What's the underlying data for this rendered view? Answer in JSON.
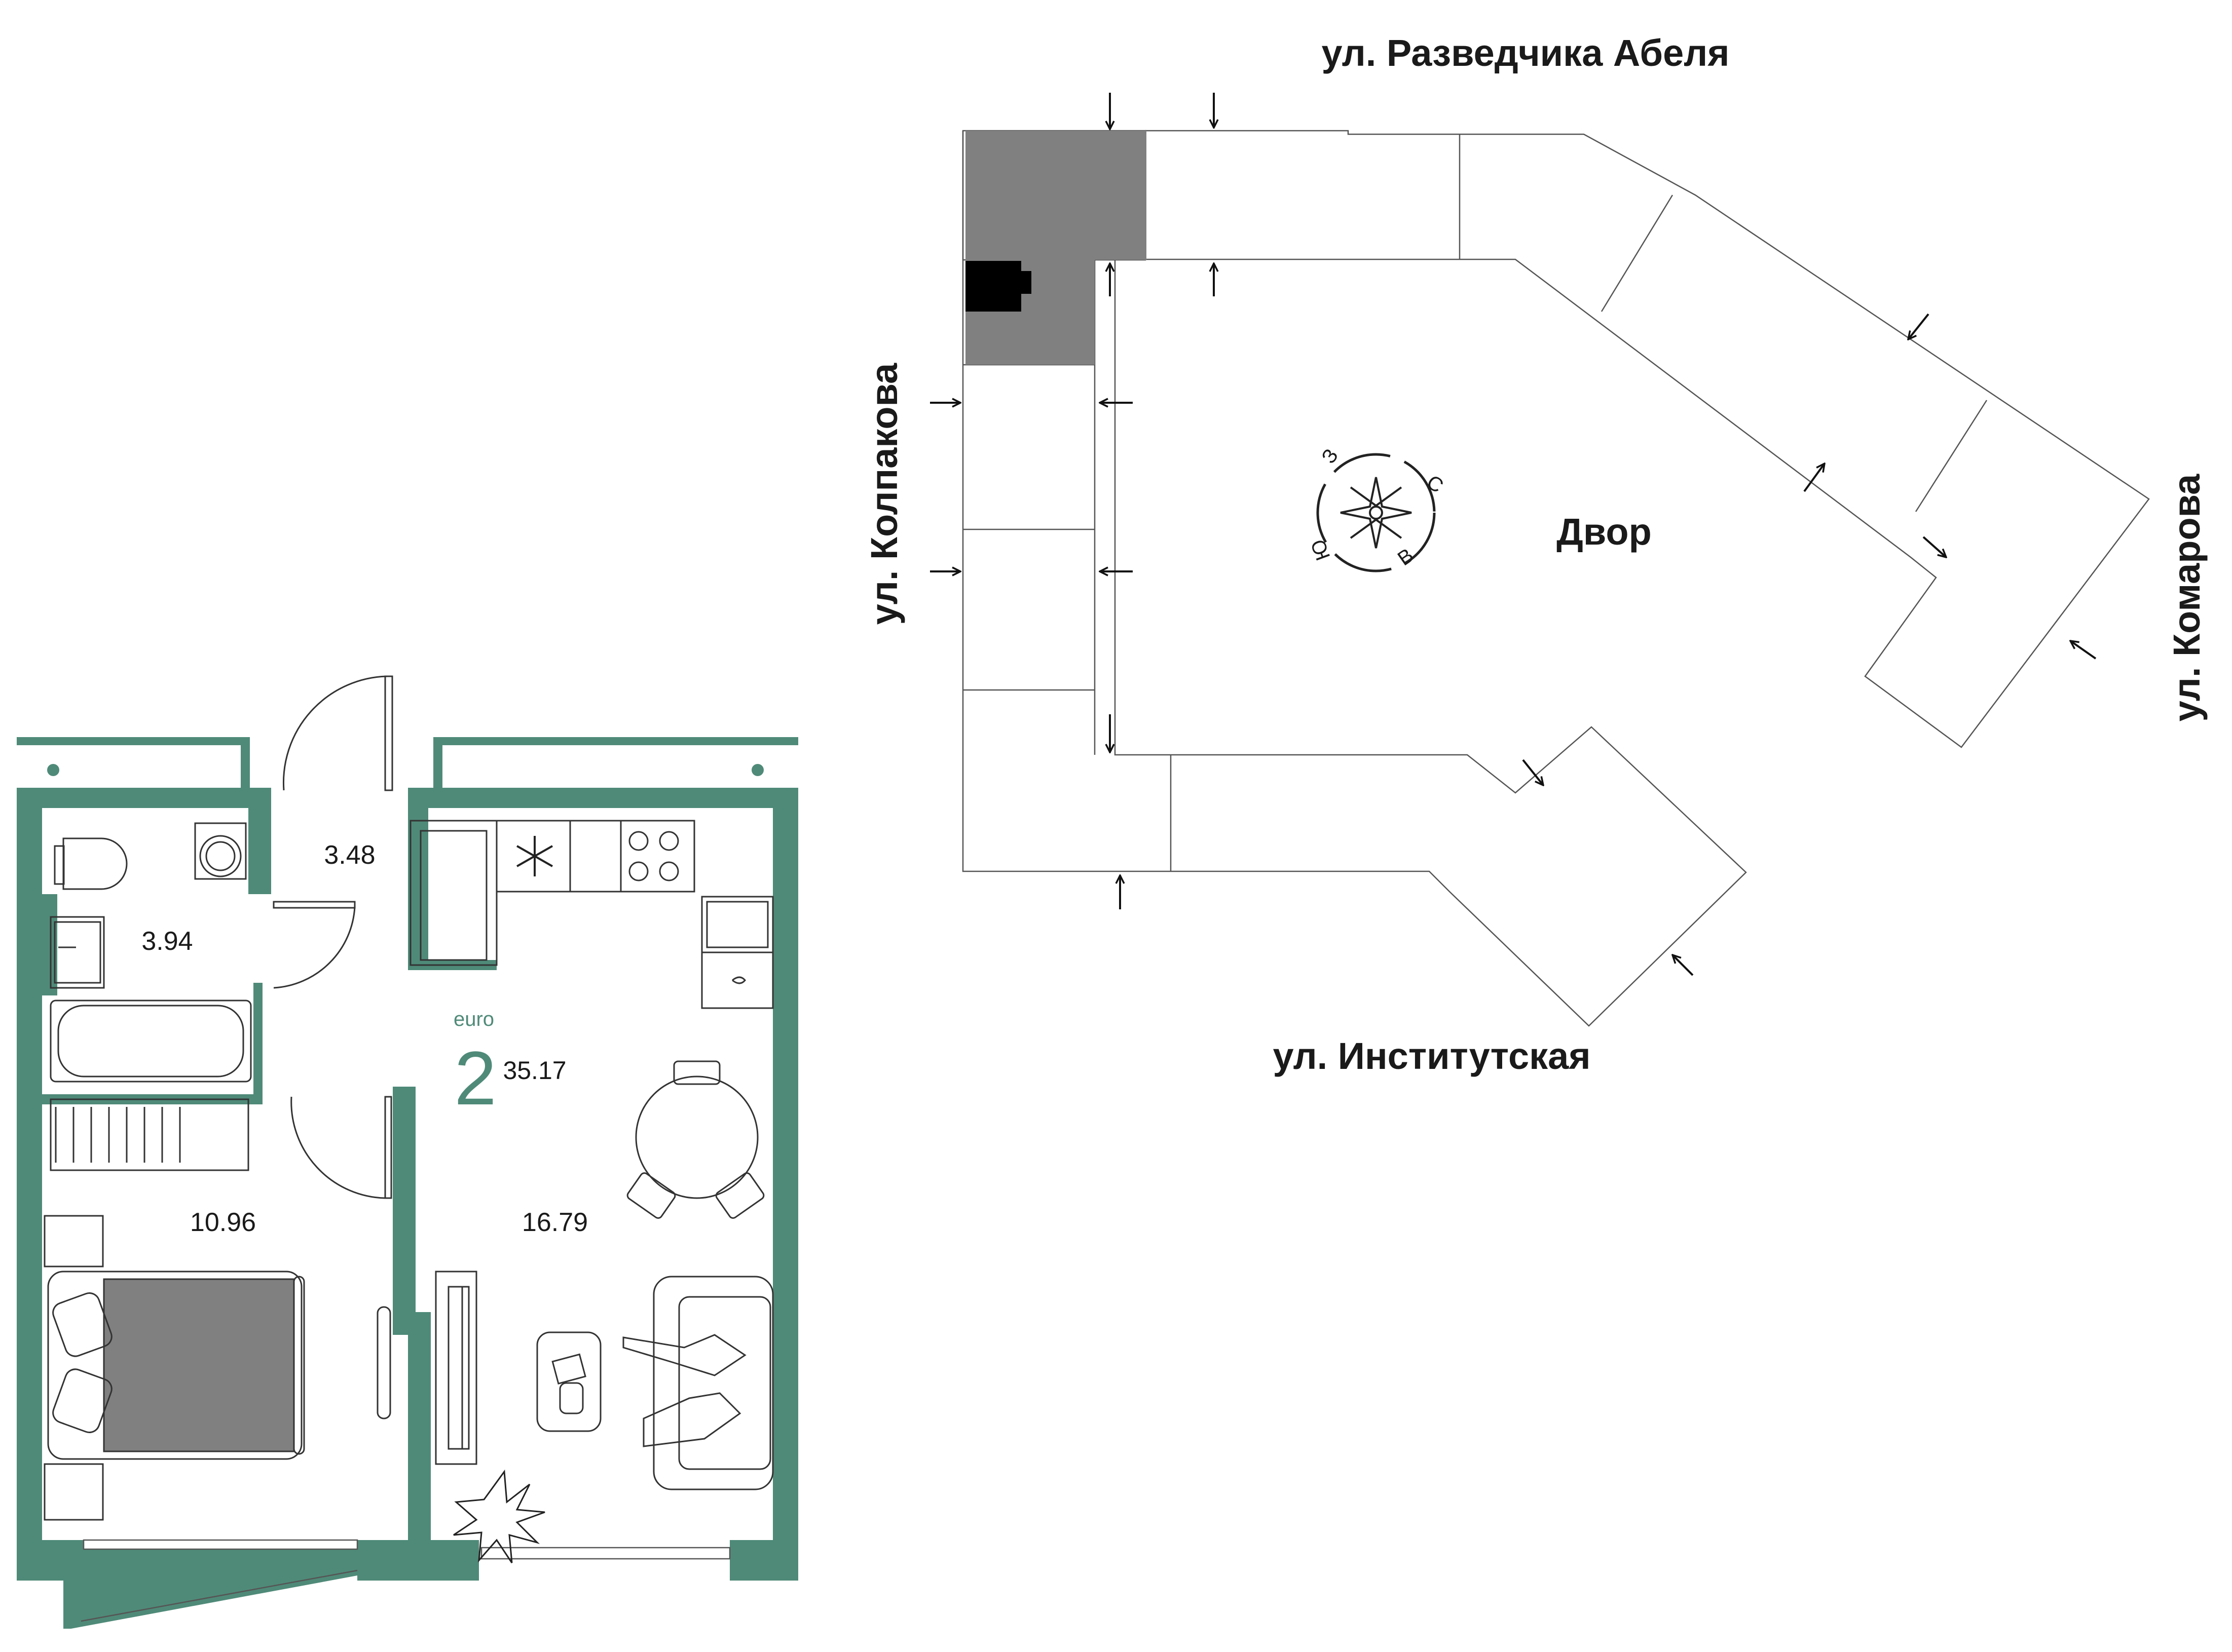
{
  "plan": {
    "rooms": [
      {
        "id": "hall",
        "area": "3.48"
      },
      {
        "id": "bathroom",
        "area": "3.94"
      },
      {
        "id": "bedroom",
        "area": "10.96"
      },
      {
        "id": "living",
        "area": "16.79"
      }
    ],
    "type_prefix": "euro",
    "rooms_count": "2",
    "total_area": "35.17",
    "wall_color": "#4f8a78"
  },
  "site": {
    "streets": {
      "top": "ул. Разведчика Абеля",
      "left": "ул. Колпакова",
      "right": "ул. Комарова",
      "bottom": "ул. Институтская"
    },
    "courtyard_label": "Двор",
    "compass": {
      "n": "С",
      "e": "В",
      "s": "Ю",
      "w": "З"
    },
    "highlight_color": "#808080"
  }
}
